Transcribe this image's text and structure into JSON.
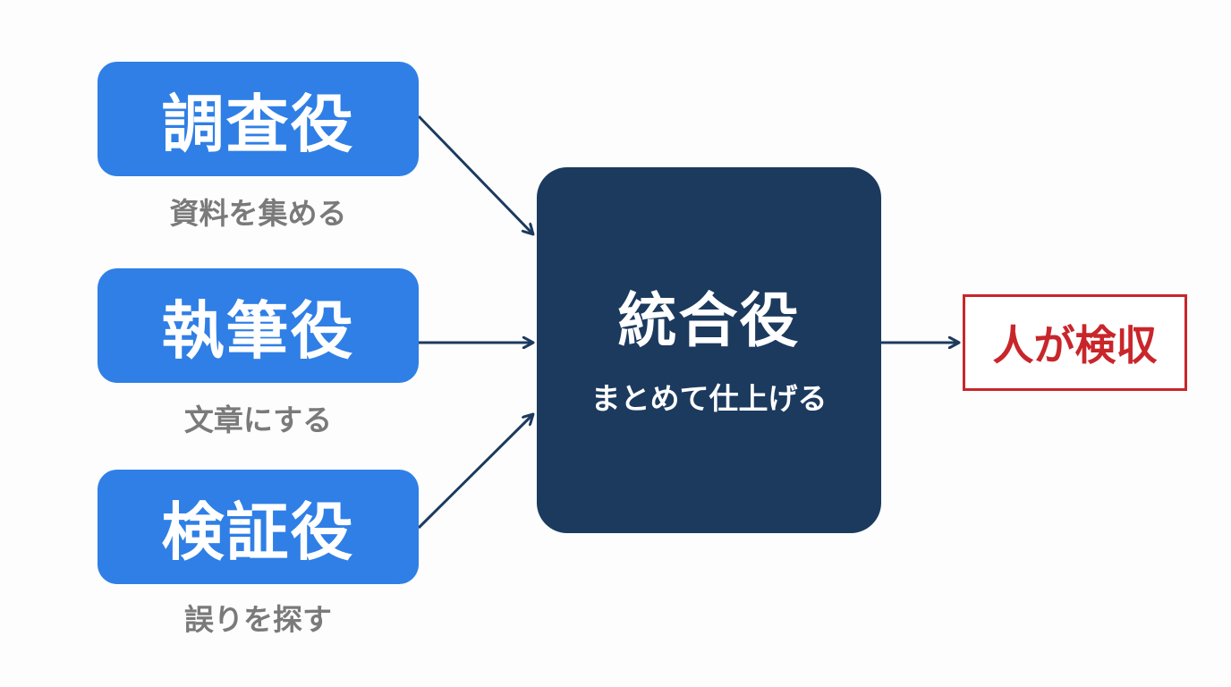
{
  "roles": [
    {
      "label": "調査役",
      "caption": "資料を集める"
    },
    {
      "label": "執筆役",
      "caption": "文章にする"
    },
    {
      "label": "検証役",
      "caption": "誤りを探す"
    }
  ],
  "integrator": {
    "label": "統合役",
    "caption": "まとめて仕上げる"
  },
  "output": {
    "label": "人が検収"
  },
  "colors": {
    "role_fill": "#2f7fe6",
    "integrator_fill": "#1c3a5e",
    "output_border": "#c8262b",
    "arrow": "#1c3a5e",
    "caption_text": "#7a7a7a"
  }
}
